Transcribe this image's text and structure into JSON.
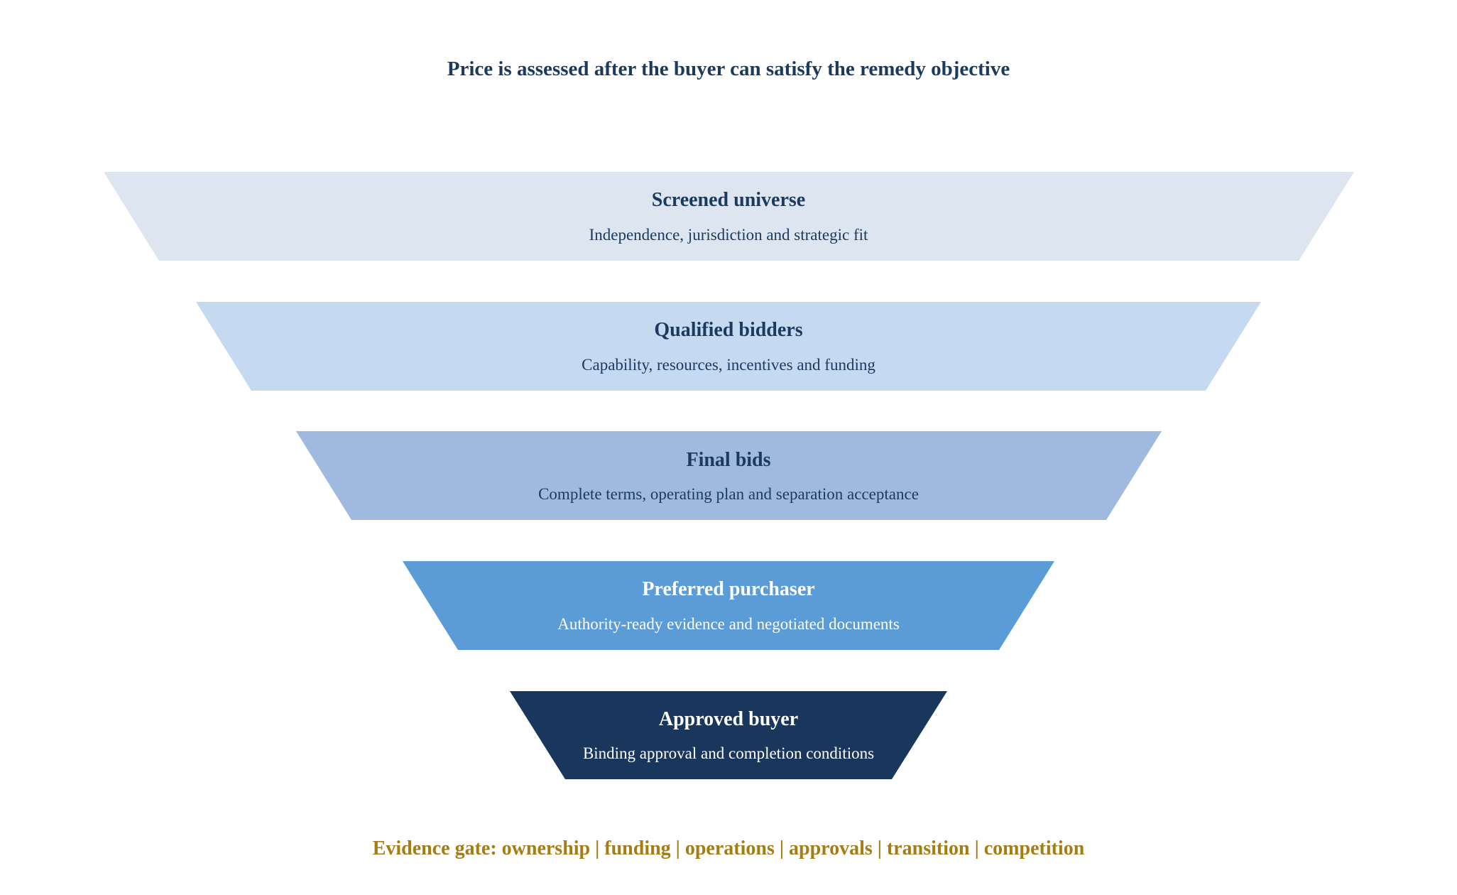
{
  "title": "Price is assessed after the buyer can satisfy the remedy objective",
  "stages": [
    {
      "name": "Screened universe",
      "description": "Independence, jurisdiction and strategic fit",
      "fill": "#dce5f0",
      "text_color": "#1c3a5e"
    },
    {
      "name": "Qualified bidders",
      "description": "Capability, resources, incentives and funding",
      "fill": "#c5d9f0",
      "text_color": "#1c3a5e"
    },
    {
      "name": "Final bids",
      "description": "Complete terms, operating plan and separation acceptance",
      "fill": "#a0badf",
      "text_color": "#1c3a5e"
    },
    {
      "name": "Preferred purchaser",
      "description": "Authority-ready evidence and negotiated documents",
      "fill": "#5b9bd6",
      "text_color": "#ffffff"
    },
    {
      "name": "Approved buyer",
      "description": "Binding approval and completion conditions",
      "fill": "#19365d",
      "text_color": "#ffffff"
    }
  ],
  "footer": "Evidence gate: ownership | funding | operations | approvals | transition | competition"
}
